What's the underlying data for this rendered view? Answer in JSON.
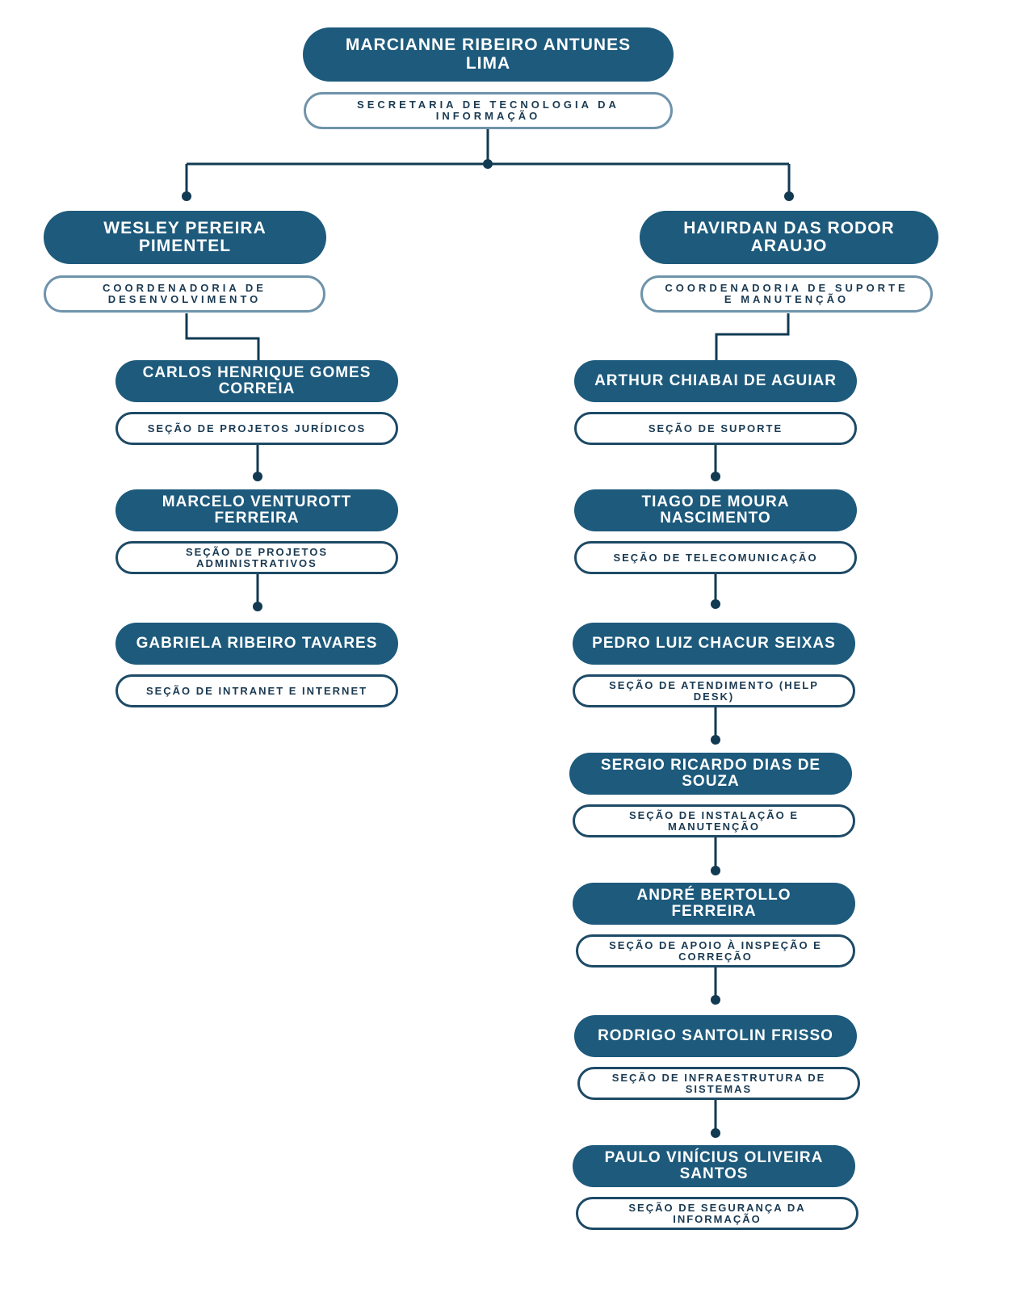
{
  "colors": {
    "name_fill": "#1d5a7c",
    "name_text": "#ffffff",
    "role_border": "#1d4a66",
    "role_border_light": "#6f93aa",
    "role_text": "#1a3a52",
    "line": "#123a52"
  },
  "root": {
    "name": "MARCIANNE RIBEIRO ANTUNES LIMA",
    "role": "SECRETARIA DE TECNOLOGIA DA INFORMAÇÃO"
  },
  "coordinators": [
    {
      "name": "WESLEY PEREIRA PIMENTEL",
      "role": "COORDENADORIA DE DESENVOLVIMENTO"
    },
    {
      "name": "HAVIRDAN DAS RODOR ARAUJO",
      "role": "COORDENADORIA DE SUPORTE E MANUTENÇÃO"
    }
  ],
  "development_sections": [
    {
      "name": "CARLOS HENRIQUE GOMES CORREIA",
      "role": "SEÇÃO DE PROJETOS JURÍDICOS"
    },
    {
      "name": "MARCELO VENTUROTT FERREIRA",
      "role": "SEÇÃO DE PROJETOS ADMINISTRATIVOS"
    },
    {
      "name": "GABRIELA RIBEIRO TAVARES",
      "role": "SEÇÃO DE INTRANET E INTERNET"
    }
  ],
  "support_sections": [
    {
      "name": "ARTHUR CHIABAI DE AGUIAR",
      "role": "SEÇÃO DE SUPORTE"
    },
    {
      "name": "TIAGO DE MOURA NASCIMENTO",
      "role": "SEÇÃO DE TELECOMUNICAÇÃO"
    },
    {
      "name": "PEDRO LUIZ CHACUR SEIXAS",
      "role": "SEÇÃO DE ATENDIMENTO (HELP DESK)"
    },
    {
      "name": "SERGIO RICARDO DIAS DE SOUZA",
      "role": "SEÇÃO DE INSTALAÇÃO E MANUTENÇÃO"
    },
    {
      "name": "ANDRÉ BERTOLLO FERREIRA",
      "role": "SEÇÃO DE APOIO À INSPEÇÃO E CORREÇÃO"
    },
    {
      "name": "RODRIGO SANTOLIN FRISSO",
      "role": "SEÇÃO DE INFRAESTRUTURA DE SISTEMAS"
    },
    {
      "name": "PAULO VINÍCIUS OLIVEIRA SANTOS",
      "role": "SEÇÃO DE SEGURANÇA DA INFORMAÇÃO"
    }
  ]
}
